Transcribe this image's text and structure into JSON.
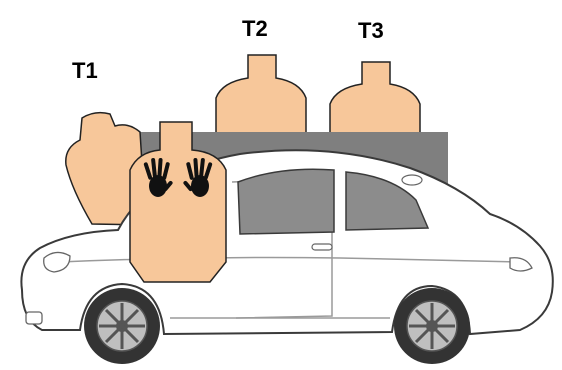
{
  "targets": [
    {
      "label": "T1"
    },
    {
      "label": "T2"
    },
    {
      "label": "T3"
    }
  ],
  "colors": {
    "target_fill": "#f7c79a",
    "target_stroke": "#222222",
    "backdrop": "#7f7f7f",
    "car_body": "#ffffff",
    "car_stroke": "#3a3a3a",
    "window": "#8c8c8c",
    "tire": "#333333",
    "rim": "#bfbfbf"
  },
  "icons": {
    "hands": "raised-hands-icon"
  }
}
